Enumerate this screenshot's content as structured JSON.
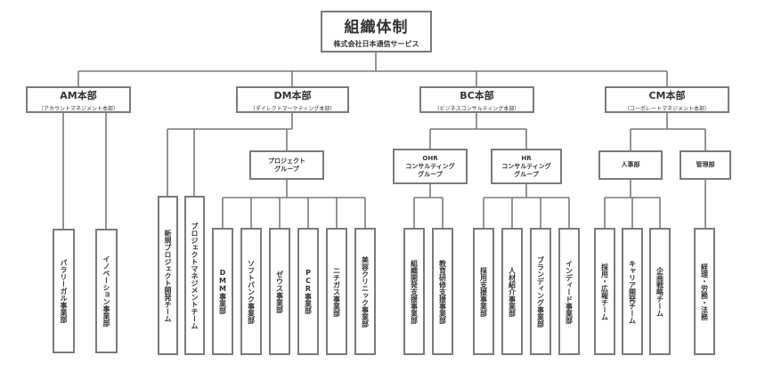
{
  "colors": {
    "line": "#7a7a7a",
    "border": "#7a7a7a",
    "text": "#333333"
  },
  "top": {
    "title": "組織体制",
    "subtitle": "株式会社日本通信サービス"
  },
  "divisions": {
    "am": {
      "name": "AM本部",
      "sub": "（アカウントマネジメント本部）"
    },
    "dm": {
      "name": "DM本部",
      "sub": "（ダイレクトマーケティング本部）"
    },
    "bc": {
      "name": "BC本部",
      "sub": "（ビジネスコンサルティング本部）"
    },
    "cm": {
      "name": "CM本部",
      "sub": "（コーポレートマネジメント本部）"
    }
  },
  "groups": {
    "project": {
      "line1": "プロジェクト",
      "line2": "グループ"
    },
    "ohr": {
      "line1": "OHR",
      "line2": "コンサルティング",
      "line3": "グループ"
    },
    "hr": {
      "line1": "HR",
      "line2": "コンサルティング",
      "line3": "グループ"
    },
    "jinji": {
      "line1": "人事部"
    },
    "kanri": {
      "line1": "管理部"
    }
  },
  "teams": {
    "am1": "パラリーガル事業部",
    "am2": "イノベーション事業部",
    "dm1": "新規プロジェクト開発チーム",
    "dm2": "プロジェクトマネジメントチーム",
    "dm3": "DMM事業部",
    "dm4": "ソフトバンク事業部",
    "dm5": "ゼウス事業部",
    "dm6": "PCR事業部",
    "dm7": "ニチガス事業部",
    "dm8": "美容クリニック事業部",
    "bc1": "組織開発支援事業部",
    "bc2": "教育研修支援事業部",
    "bc3": "採用支援事業部",
    "bc4": "人材紹介事業部",
    "bc5": "ブランディング事業部",
    "bc6": "インディード事業部",
    "cm1": "採用・広報チーム",
    "cm2": "キャリア開発チーム",
    "cm3": "企画戦略チーム",
    "cm4": "経理・労務・法務"
  }
}
